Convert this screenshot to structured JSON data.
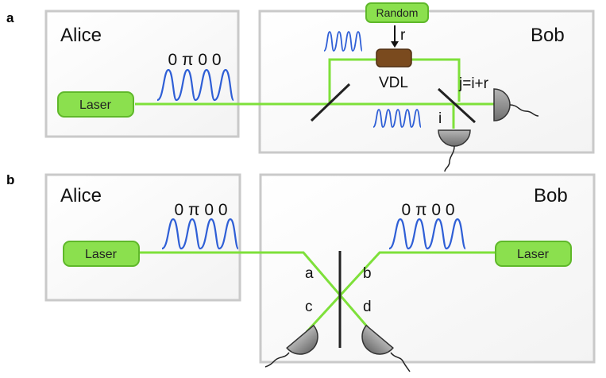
{
  "panel_a": {
    "letter": "a",
    "left_box": {
      "title": "Alice"
    },
    "right_box": {
      "title": "Bob"
    },
    "laser": {
      "label": "Laser"
    },
    "phases": "0 π 0 0",
    "random": {
      "label": "Random"
    },
    "r_arrow_label": "r",
    "vdl_label": "VDL",
    "j_label": "j=i+r",
    "i_label": "i"
  },
  "panel_b": {
    "letter": "b",
    "left_box": {
      "title": "Alice"
    },
    "right_box": {
      "title": "Bob"
    },
    "alice_laser": {
      "label": "Laser"
    },
    "bob_laser": {
      "label": "Laser"
    },
    "alice_phases": "0 π 0 0",
    "bob_phases": "0 π 0 0",
    "port_a": "a",
    "port_b": "b",
    "port_c": "c",
    "port_d": "d"
  },
  "colors": {
    "beam": "#7ee03a",
    "laser_fill": "#8be04e",
    "laser_border": "#5fb82a",
    "pulse": "#2f5fd6",
    "box_border": "#c9c9c9",
    "vdl_fill": "#7a4a1e",
    "detector": "#8f8f8f"
  },
  "icons": [
    "detector-icon",
    "beam-splitter-icon",
    "mirror-icon",
    "pulse-train-icon",
    "variable-delay-line-icon"
  ]
}
